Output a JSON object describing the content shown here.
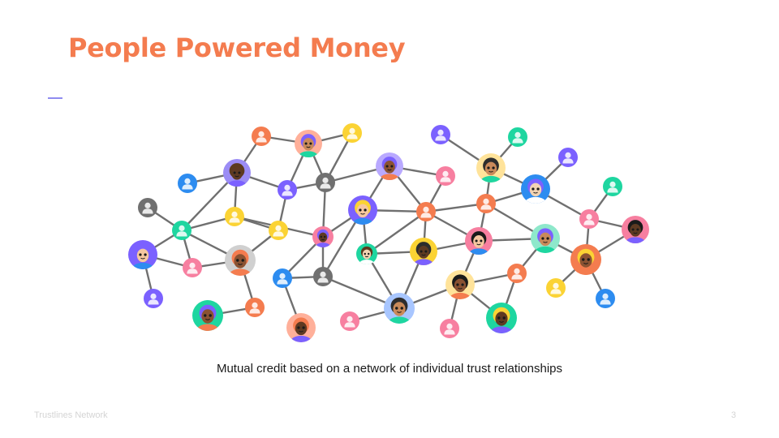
{
  "slide": {
    "title": "People Powered Money",
    "caption": "Mutual credit based on a network of individual trust relationships",
    "footer_brand": "Trustlines Network",
    "page_number": "3"
  },
  "colors": {
    "title": "#f47c4f",
    "accent_dash": "#8f8cf0",
    "edge": "#707070",
    "footer": "#d4d4d4"
  },
  "network": {
    "node_kinds": [
      "user-icon",
      "person-avatar"
    ],
    "node_colors": [
      "#f47c4f",
      "#fbd334",
      "#7b61ff",
      "#2d8cf0",
      "#1ed6a0",
      "#f77fa0",
      "#707070",
      "#ffb09a"
    ]
  }
}
